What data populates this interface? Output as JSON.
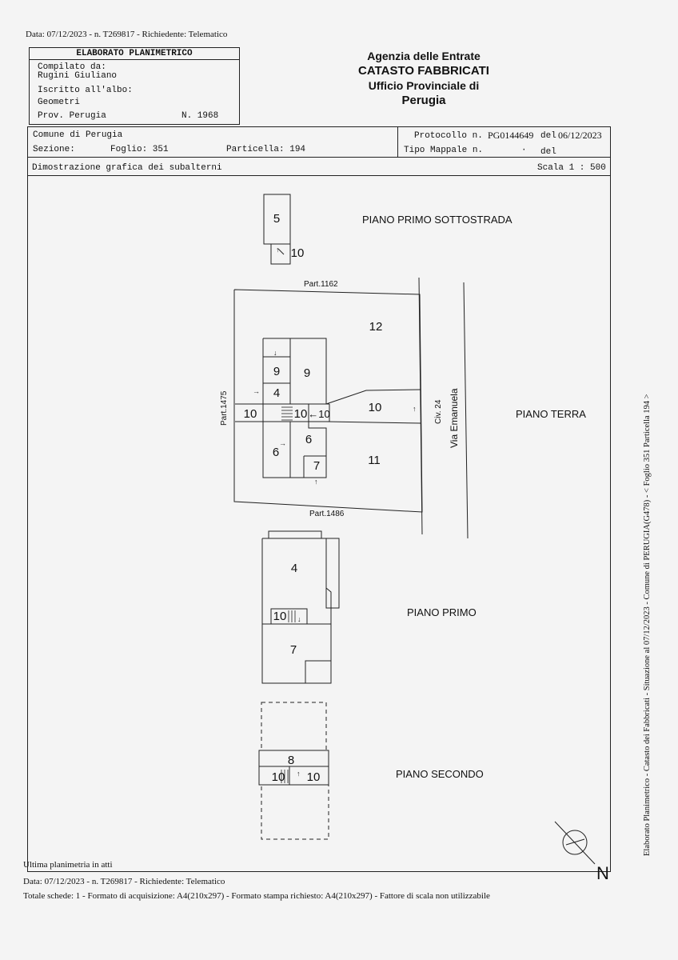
{
  "header_note": "Data: 07/12/2023 - n. T269817 - Richiedente: Telematico",
  "form": {
    "title": "ELABORATO PLANIMETRICO",
    "compilato_label": "Compilato da:",
    "compilato_value": "Rugini Giuliano",
    "iscritto_label": "Iscritto all'albo:",
    "iscritto_value": "Geometri",
    "prov_label": "Prov. Perugia",
    "n_label": "N. 1968"
  },
  "agency": {
    "line1": "Agenzia delle Entrate",
    "line2": "CATASTO FABBRICATI",
    "line3": "Ufficio Provinciale di",
    "line4": "Perugia"
  },
  "parcel": {
    "comune": "Comune di Perugia",
    "sezione": "Sezione:",
    "foglio": "Foglio: 351",
    "particella": "Particella: 194",
    "protocollo_label": "Protocollo n.",
    "protocollo_value": "PG0144649",
    "del_label": "del",
    "protocollo_date": "06/12/2023",
    "tipo_label": "Tipo Mappale n.",
    "tipo_dot": "·",
    "del2_label": "del"
  },
  "section_bar": {
    "title": "Dimostrazione grafica dei subalterni",
    "scale": "Scala 1 : 500"
  },
  "plan": {
    "floor_labels": {
      "sottostrada": "PIANO PRIMO SOTTOSTRADA",
      "terra": "PIANO TERRA",
      "primo": "PIANO PRIMO",
      "secondo": "PIANO SECONDO"
    },
    "parts": {
      "p1162": "Part.1162",
      "p1475": "Part.1475",
      "p1486": "Part.1486"
    },
    "civ": "Civ. 24",
    "via": "Via Emanuela",
    "north": "N",
    "rooms": {
      "s5": "5",
      "s10a": "10",
      "t12": "12",
      "t9a": "9",
      "t9b": "9",
      "t4": "4",
      "t10a": "10",
      "t10b": "10",
      "t10c": "←10",
      "t10d": "10",
      "t6a": "6",
      "t6b": "6",
      "t7": "7",
      "t11": "11",
      "p4": "4",
      "p10": "10",
      "p7": "7",
      "s8": "8",
      "s10b": "10",
      "s10c": "10"
    }
  },
  "side_note": "Elaborato Planimetrico - Catasto dei Fabbricati - Situazione al 07/12/2023 - Comune di PERUGIA(G478) - < Foglio 351 Particella 194 >",
  "footer": {
    "line1": "Ultima planimetria in atti",
    "line2": "Data: 07/12/2023 - n. T269817 - Richiedente: Telematico",
    "line3": "Totale schede: 1 - Formato di acquisizione: A4(210x297)  - Formato stampa richiesto: A4(210x297) - Fattore di scala non utilizzabile"
  }
}
